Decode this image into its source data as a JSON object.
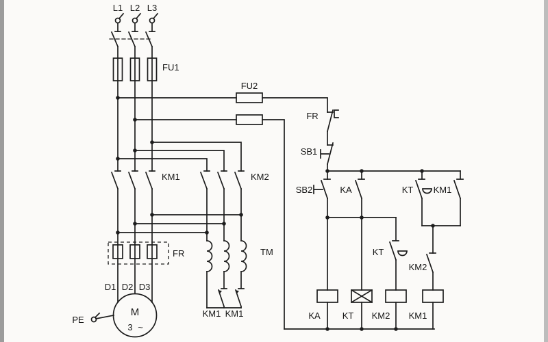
{
  "labels": {
    "l1": "L1",
    "l2": "L2",
    "l3": "L3",
    "fu1": "FU1",
    "fu2": "FU2",
    "km1_main": "KM1",
    "km2_main": "KM2",
    "fr_main": "FR",
    "tm": "TM",
    "d1": "D1",
    "d2": "D2",
    "d3": "D3",
    "pe": "PE",
    "motor_letter": "M",
    "motor_num": "3",
    "motor_tilde": "~",
    "star_km1_a": "KM1",
    "star_km1_b": "KM1",
    "fr_ctrl": "FR",
    "sb1": "SB1",
    "sb2": "SB2",
    "ka_contact": "KA",
    "kt_contact_upper": "KT",
    "km1_contact_upper": "KM1",
    "kt_contact_lower": "KT",
    "km2_contact_lower": "KM2",
    "coil_ka": "KA",
    "coil_kt": "KT",
    "coil_km2": "KM2",
    "coil_km1": "KM1"
  },
  "colors": {
    "line": "#1d1d1d",
    "text": "#161616",
    "background": "#fbfaf8",
    "edge_left": "#9c9c9c",
    "edge_right": "#bdbdbd"
  }
}
